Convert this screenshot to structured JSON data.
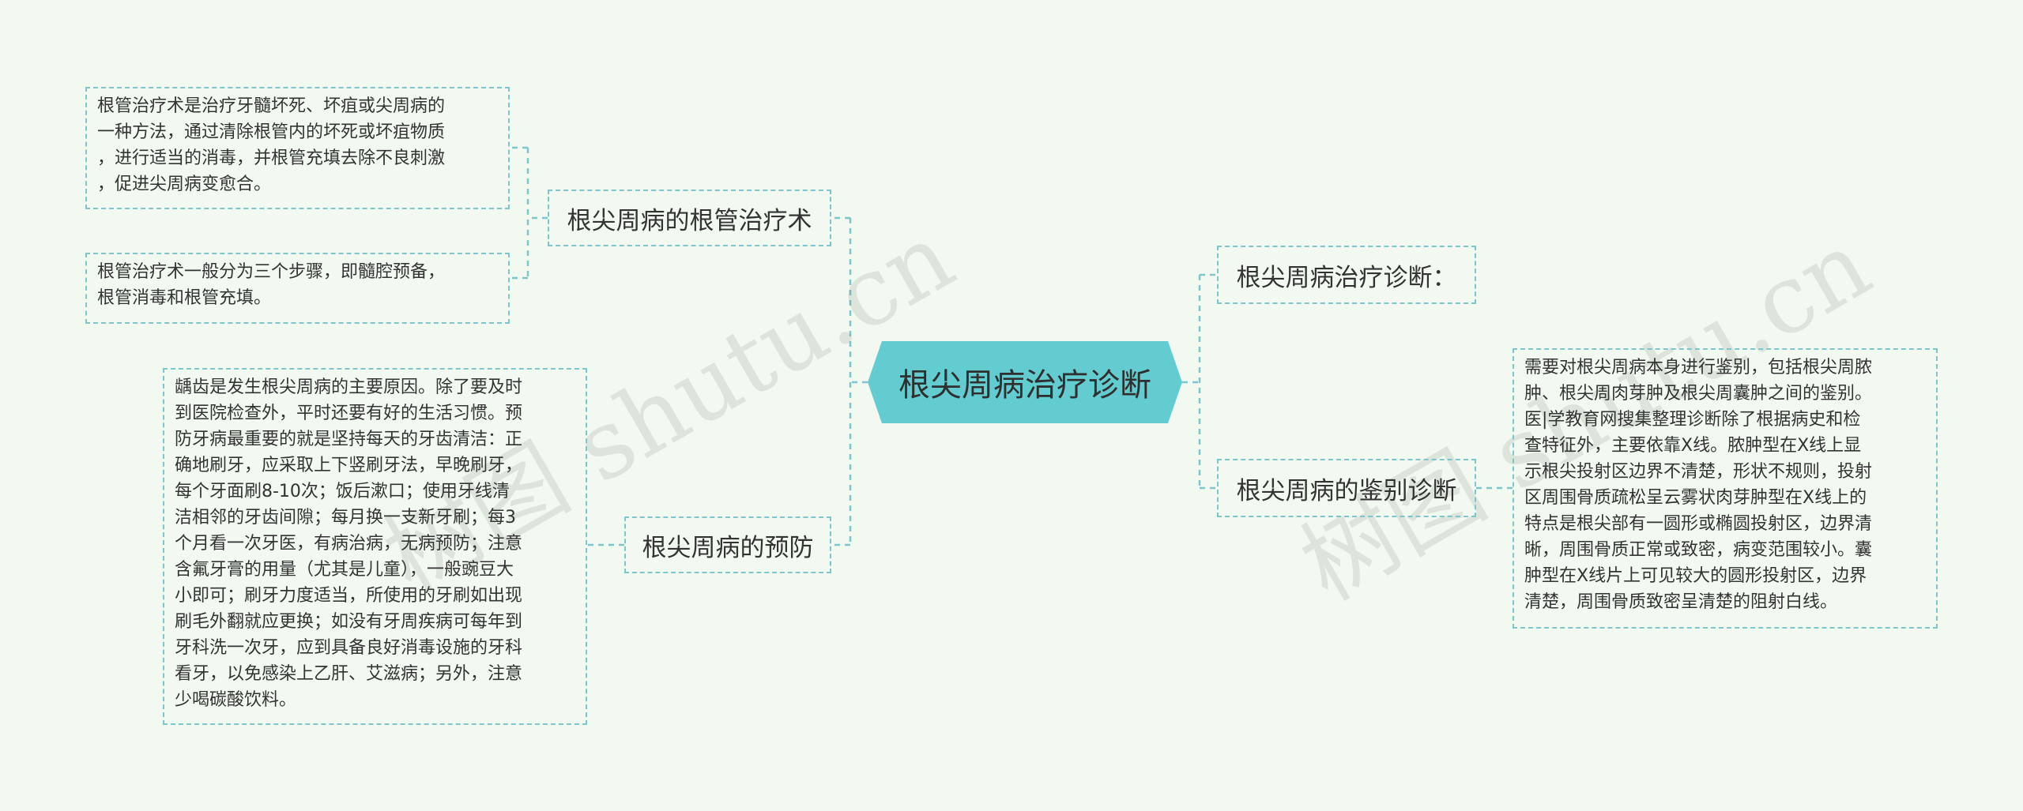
{
  "root": {
    "label": "根尖周病治疗诊断",
    "fill_color": "#63ccd0"
  },
  "branches": {
    "root_canal": "根尖周病的根管治疗术",
    "prevention": "根尖周病的预防",
    "treatment_diagnosis": "根尖周病治疗诊断：",
    "differential": "根尖周病的鉴别诊断"
  },
  "leaves": {
    "root_canal_1": [
      "根管治疗术是治疗牙髓坏死、坏疽或尖周病的",
      "一种方法，通过清除根管内的坏死或坏疽物质",
      "，进行适当的消毒，并根管充填去除不良刺激",
      "，促进尖周病变愈合。"
    ],
    "root_canal_2": [
      "根管治疗术一般分为三个步骤，即髓腔预备，",
      "根管消毒和根管充填。"
    ],
    "prevention": [
      "龋齿是发生根尖周病的主要原因。除了要及时",
      "到医院检查外，平时还要有好的生活习惯。预",
      "防牙病最重要的就是坚持每天的牙齿清洁：正",
      "确地刷牙，应采取上下竖刷牙法，早晚刷牙，",
      "每个牙面刷8-10次；饭后漱口；使用牙线清",
      "洁相邻的牙齿间隙；每月换一支新牙刷；每3",
      "个月看一次牙医，有病治病，无病预防；注意",
      "含氟牙膏的用量（尤其是儿童），一般豌豆大",
      "小即可；刷牙力度适当，所使用的牙刷如出现",
      "刷毛外翻就应更换；如没有牙周疾病可每年到",
      "牙科洗一次牙，应到具备良好消毒设施的牙科",
      "看牙，以免感染上乙肝、艾滋病；另外，注意",
      "少喝碳酸饮料。"
    ],
    "differential": [
      "需要对根尖周病本身进行鉴别，包括根尖周脓",
      "肿、根尖周肉芽肿及根尖周囊肿之间的鉴别。",
      "医|学教育网搜集整理诊断除了根据病史和检",
      "查特征外，主要依靠X线。脓肿型在X线上显",
      "示根尖投射区边界不清楚，形状不规则，投射",
      "区周围骨质疏松呈云雾状肉芽肿型在X线上的",
      "特点是根尖部有一圆形或椭圆投射区，边界清",
      "晰，周围骨质正常或致密，病变范围较小。囊",
      "肿型在X线片上可见较大的圆形投射区，边界",
      "清楚，周围骨质致密呈清楚的阻射白线。"
    ]
  },
  "watermark": [
    "树图 shutu.cn",
    "树图 shutu.cn"
  ],
  "colors": {
    "background": "#f1f9f0",
    "line": "#7ec6cc",
    "root": "#63ccd0"
  }
}
